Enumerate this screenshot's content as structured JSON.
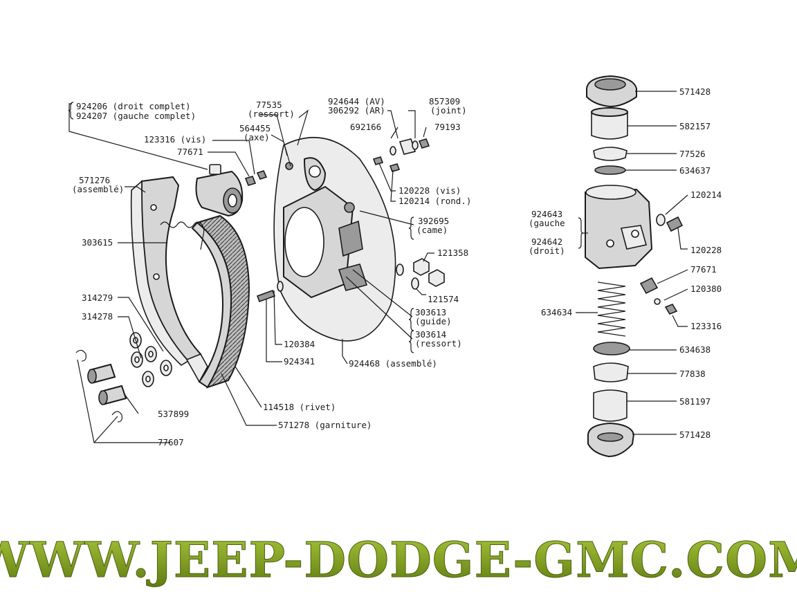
{
  "labels": {
    "l924206": "924206 (droit complet)",
    "l924207": "924207 (gauche complet)",
    "l571276a": "571276",
    "l571276b": "(assemblé)",
    "l123316v": "123316 (vis)",
    "l77671a": "77671",
    "l303615": "303615",
    "l314279": "314279",
    "l314278": "314278",
    "l537899": "537899",
    "l77607": "77607",
    "l114518": "114518 (rivet)",
    "l571278": "571278 (garniture)",
    "l77535a": "77535",
    "l77535b": "(ressort)",
    "l564455a": "564455",
    "l564455b": "(axe)",
    "l120384": "120384",
    "l924341": "924341",
    "l924468": "924468 (assemblé)",
    "l924644": "924644 (AV)",
    "l306292": "306292 (AR)",
    "l692166": "692166",
    "l857309a": "857309",
    "l857309b": "(joint)",
    "l79193": "79193",
    "l120228v": "120228 (vis)",
    "l120214r": "120214 (rond.)",
    "l392695a": "392695",
    "l392695b": "(came)",
    "l121358": "121358",
    "l121574": "121574",
    "l303613a": "303613",
    "l303613b": "(guide)",
    "l303614a": "303614",
    "l303614b": "(ressort)",
    "r571428a": "571428",
    "r582157": "582157",
    "r77526": "77526",
    "r634637": "634637",
    "r120214": "120214",
    "r924643a": "924643",
    "r924643b": "(gauche",
    "r924642a": "924642",
    "r924642b": "(droit)",
    "r120228": "120228",
    "r77671": "77671",
    "r120380": "120380",
    "r634634": "634634",
    "r123316": "123316",
    "r634638": "634638",
    "r77838": "77838",
    "r581197": "581197",
    "r571428b": "571428"
  },
  "banner": {
    "text": "WWW.JEEP-DODGE-GMC.COM",
    "color": "#7a9a1e"
  }
}
